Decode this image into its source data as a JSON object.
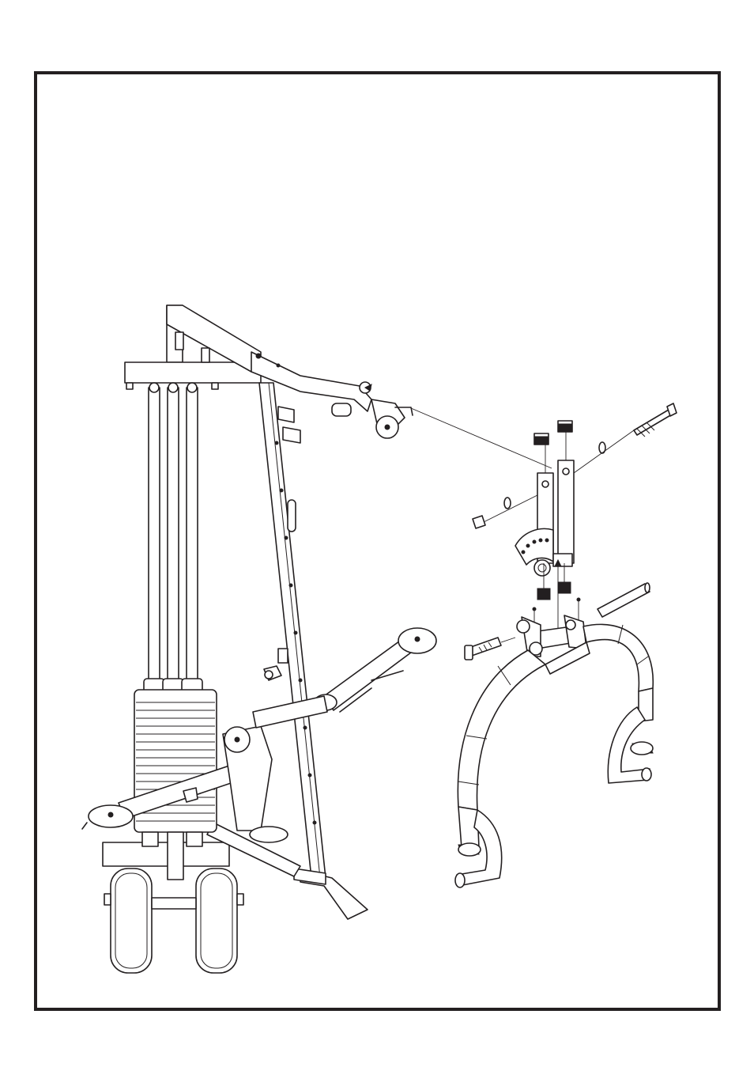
{
  "page": {
    "frame_color": "#231f20",
    "background_color": "#ffffff"
  },
  "diagram": {
    "parts": [
      "main-frame",
      "weight-stack",
      "guide-rods",
      "top-pulley-arm",
      "press-arm-left",
      "press-arm-right",
      "foot-plates",
      "adjustment-bracket",
      "curved-base-frame",
      "pin-bolt",
      "long-bolt",
      "nut",
      "washers",
      "end-caps",
      "leg-pivot-rod",
      "pop-pin"
    ]
  }
}
